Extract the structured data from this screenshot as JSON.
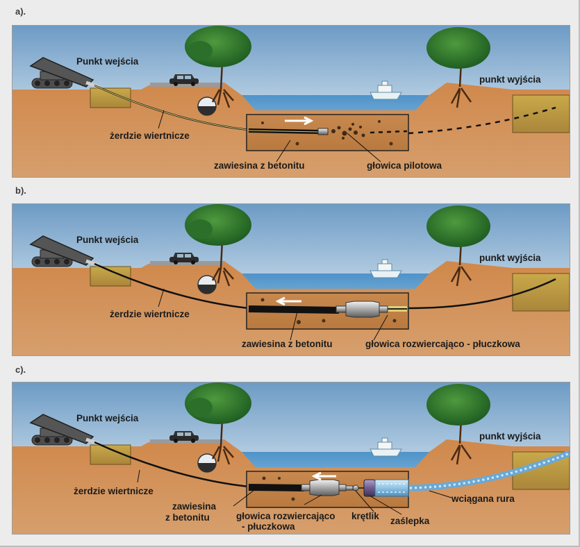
{
  "panels": [
    {
      "letter": "a).",
      "labels": {
        "entry": "Punkt wejścia",
        "exit": "punkt wyjścia",
        "rods": "żerdzie wiertnicze",
        "slurry": "zawiesina z betonitu",
        "head": "głowica pilotowa"
      }
    },
    {
      "letter": "b).",
      "labels": {
        "entry": "Punkt wejścia",
        "exit": "punkt wyjścia",
        "rods": "żerdzie wiertnicze",
        "slurry": "zawiesina z betonitu",
        "head": "głowica rozwiercająco - płuczkowa"
      }
    },
    {
      "letter": "c).",
      "labels": {
        "entry": "Punkt wejścia",
        "exit": "punkt wyjścia",
        "rods": "żerdzie wiertnicze",
        "slurry_line1": "zawiesina",
        "slurry_line2": "z betonitu",
        "head_line1": "głowica rozwiercająco",
        "head_line2": "- płuczkowa",
        "swivel": "krętlik",
        "cap": "zaślepka",
        "pipe": "wciągana rura"
      }
    }
  ],
  "colors": {
    "sky_top": "#6f9cc6",
    "sky_bottom": "#e6eff4",
    "ground": "#cf8f57",
    "water": "#5d9fcf",
    "tree": "#2f7a2c",
    "pipe": "#9ccbe8"
  }
}
